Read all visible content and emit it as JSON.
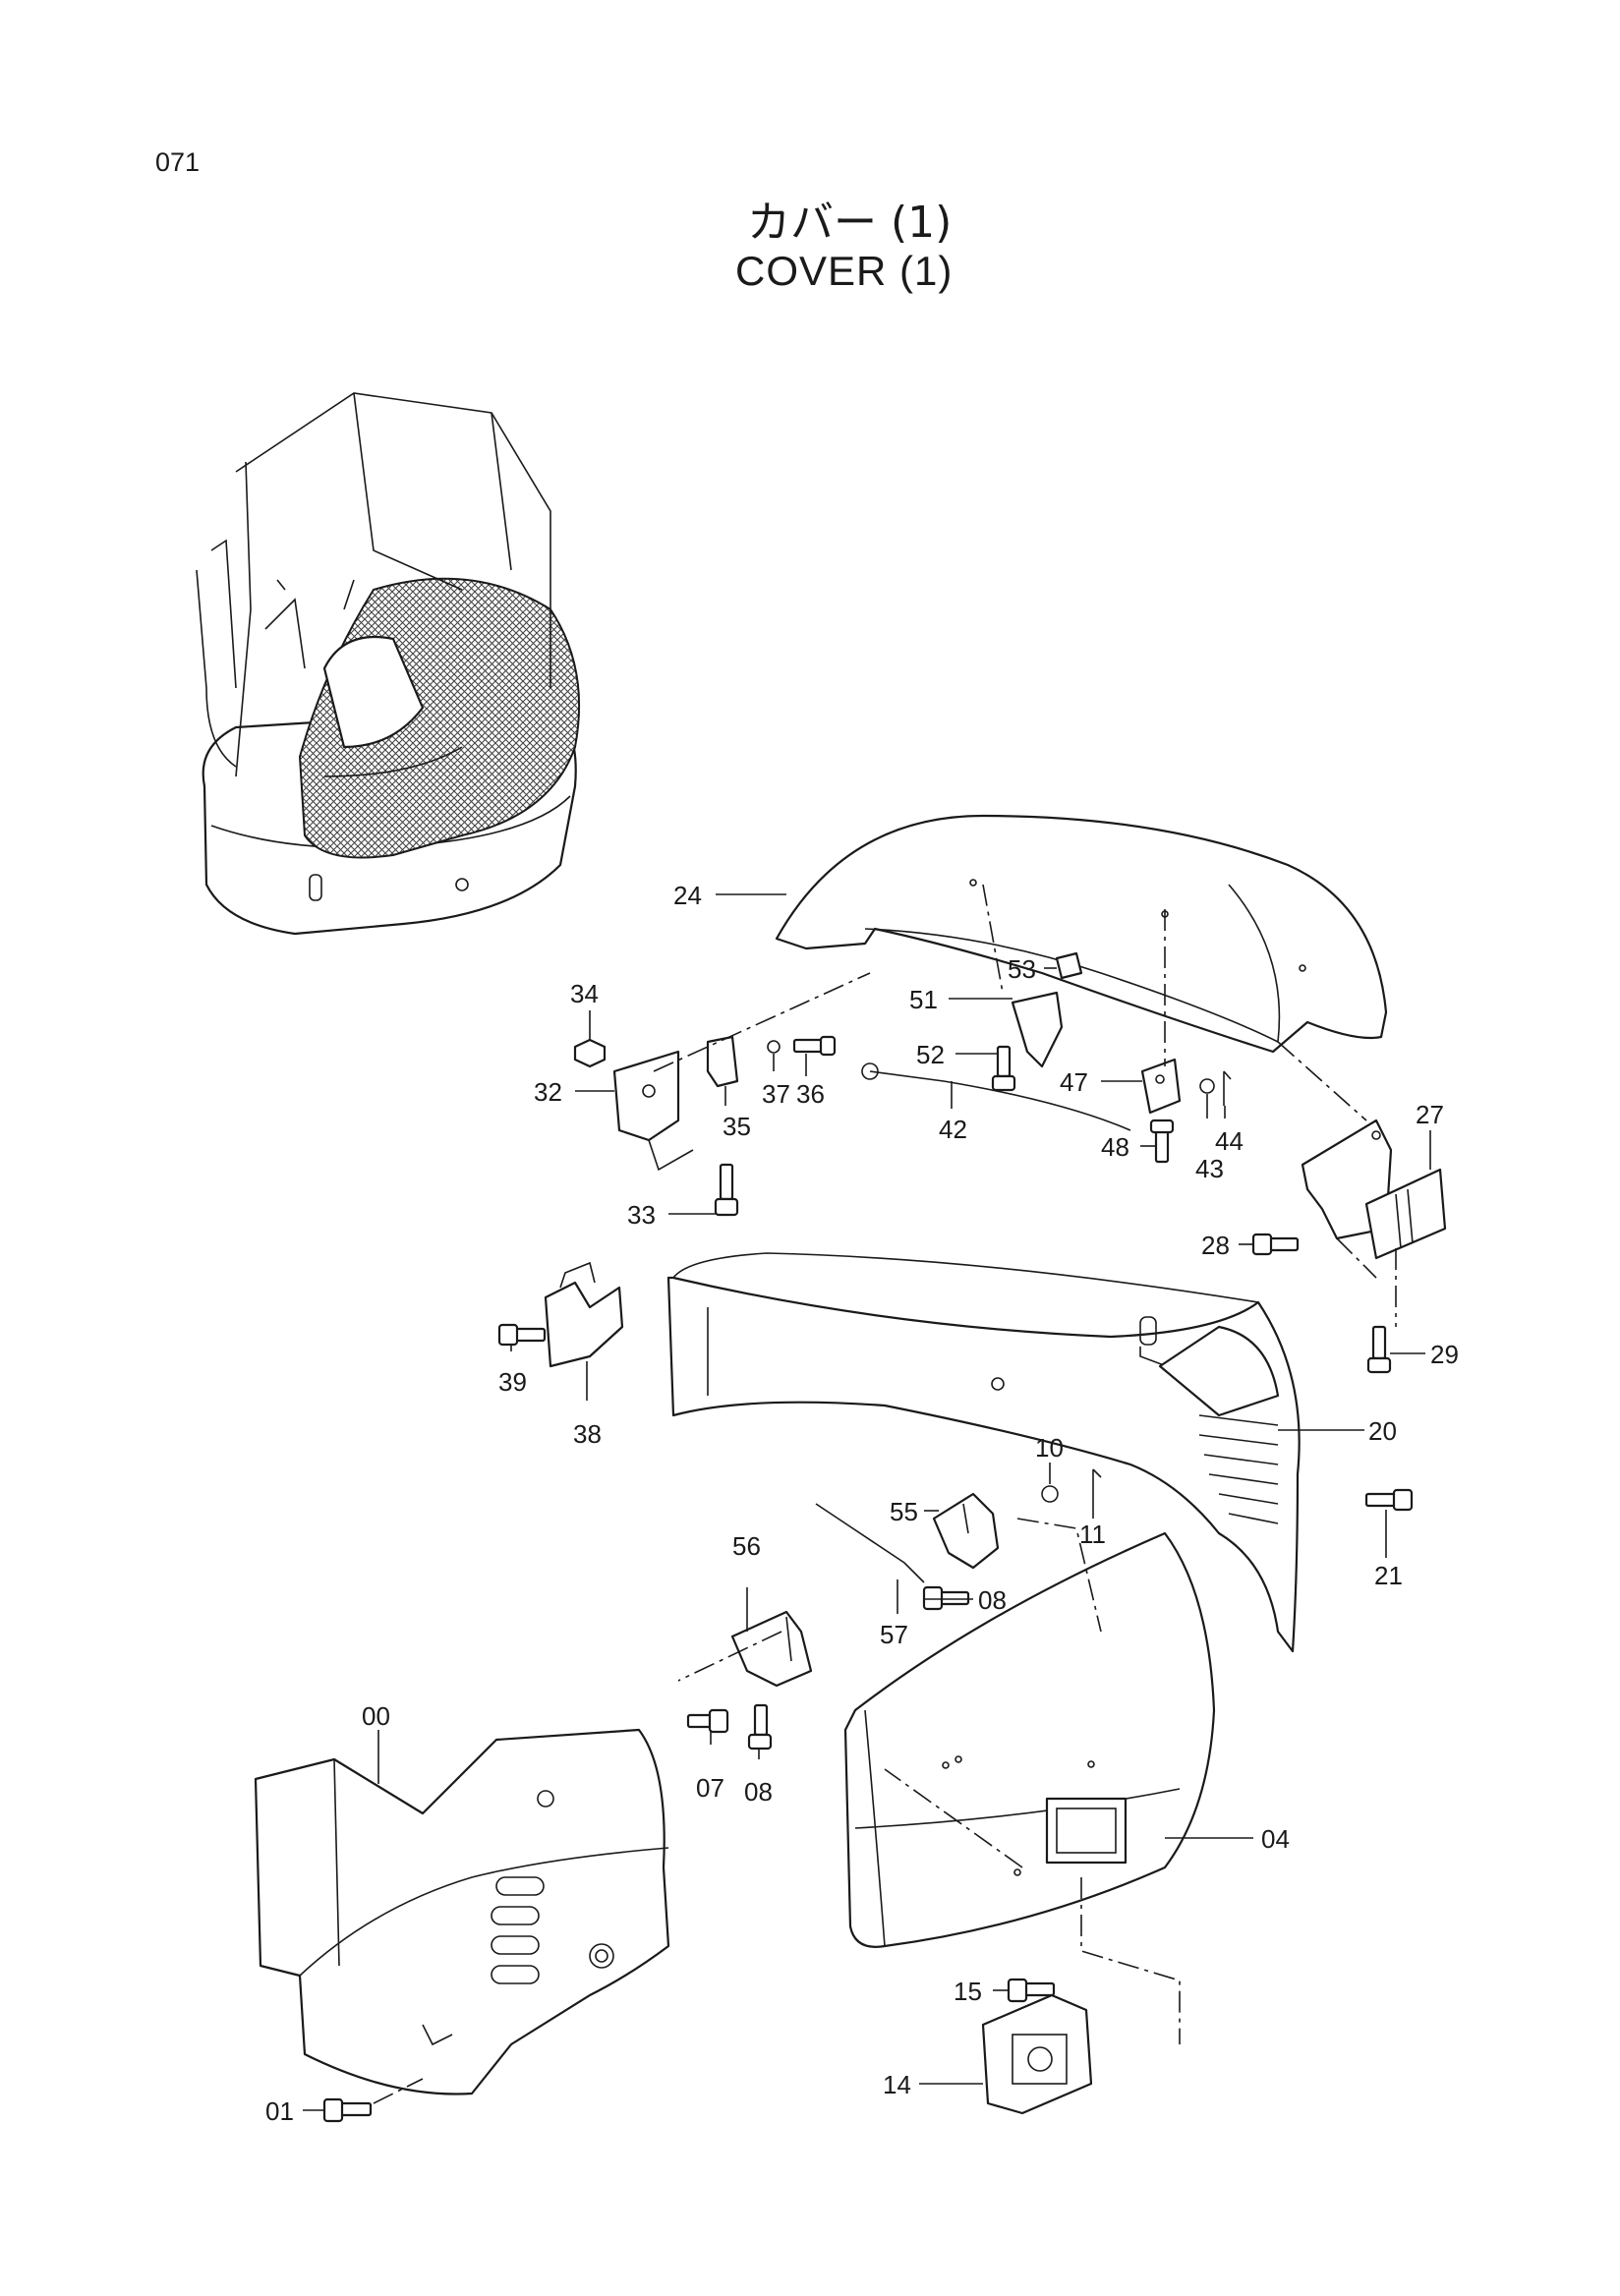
{
  "page": {
    "number": "071"
  },
  "title": {
    "japanese": "カバー (1)",
    "english": "COVER (1)"
  },
  "callouts": [
    {
      "id": "c24",
      "label": "24"
    },
    {
      "id": "c34",
      "label": "34"
    },
    {
      "id": "c32",
      "label": "32"
    },
    {
      "id": "c33",
      "label": "33"
    },
    {
      "id": "c35",
      "label": "35"
    },
    {
      "id": "c37",
      "label": "37"
    },
    {
      "id": "c36",
      "label": "36"
    },
    {
      "id": "c53",
      "label": "53"
    },
    {
      "id": "c51",
      "label": "51"
    },
    {
      "id": "c52",
      "label": "52"
    },
    {
      "id": "c42",
      "label": "42"
    },
    {
      "id": "c47",
      "label": "47"
    },
    {
      "id": "c48",
      "label": "48"
    },
    {
      "id": "c44",
      "label": "44"
    },
    {
      "id": "c43",
      "label": "43"
    },
    {
      "id": "c27",
      "label": "27"
    },
    {
      "id": "c28",
      "label": "28"
    },
    {
      "id": "c29",
      "label": "29"
    },
    {
      "id": "c39",
      "label": "39"
    },
    {
      "id": "c38",
      "label": "38"
    },
    {
      "id": "c20",
      "label": "20"
    },
    {
      "id": "c10",
      "label": "10"
    },
    {
      "id": "c11",
      "label": "11"
    },
    {
      "id": "c21",
      "label": "21"
    },
    {
      "id": "c55",
      "label": "55"
    },
    {
      "id": "c56",
      "label": "56"
    },
    {
      "id": "c57",
      "label": "57"
    },
    {
      "id": "c08a",
      "label": "08"
    },
    {
      "id": "c07",
      "label": "07"
    },
    {
      "id": "c08b",
      "label": "08"
    },
    {
      "id": "c00",
      "label": "00"
    },
    {
      "id": "c04",
      "label": "04"
    },
    {
      "id": "c15",
      "label": "15"
    },
    {
      "id": "c14",
      "label": "14"
    },
    {
      "id": "c01",
      "label": "01"
    }
  ]
}
